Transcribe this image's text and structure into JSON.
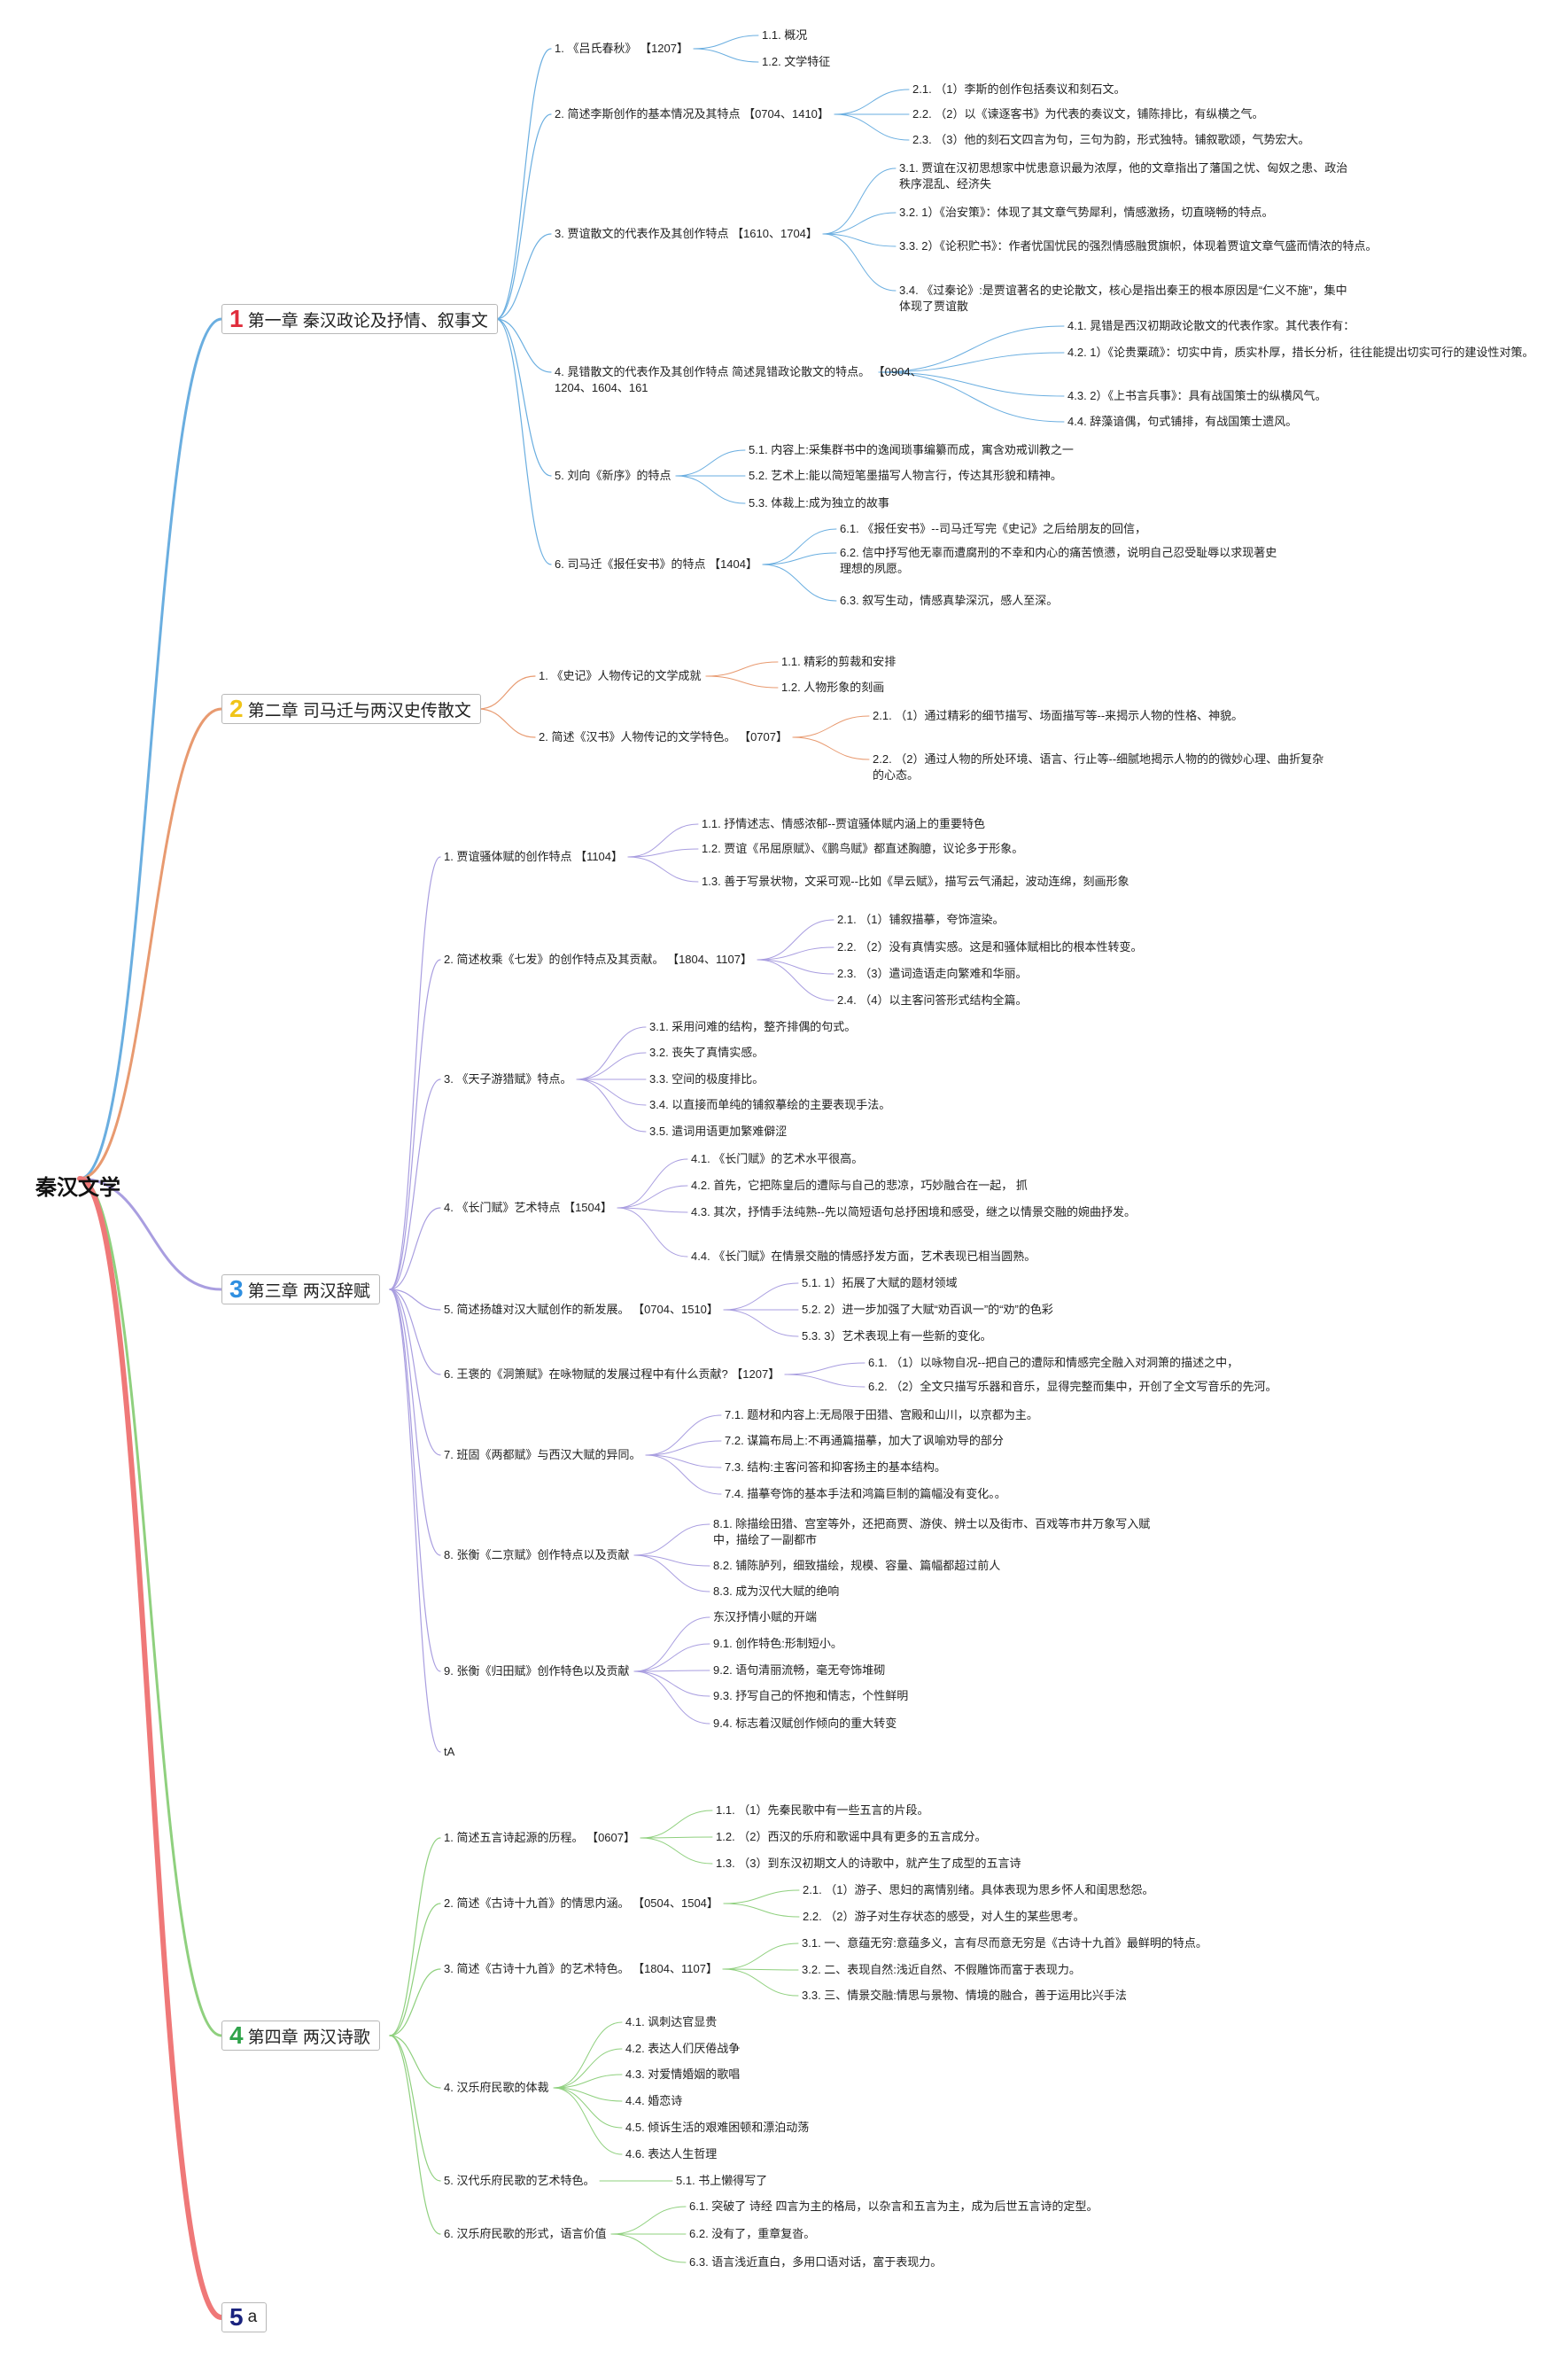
{
  "root": {
    "title": "秦汉文学"
  },
  "colors": {
    "ch1": "#6aaee0",
    "ch2": "#e89a70",
    "ch3": "#a99ee0",
    "ch4": "#8fd07e",
    "ch5": "#ef7878",
    "num1": "#e02d3c",
    "num2": "#f0c419",
    "num3": "#2f8fe0",
    "num4": "#2fa34a",
    "num5": "#1a237e"
  },
  "chapters": [
    {
      "num": "1",
      "title": "第一章 秦汉政论及抒情、叙事文",
      "sections": [
        {
          "label": "1. 《吕氏春秋》 【1207】",
          "subs": [
            "1.1. 概况",
            "1.2. 文学特征"
          ]
        },
        {
          "label": "2. 简述李斯创作的基本情况及其特点 【0704、1410】",
          "subs": [
            "2.1. （1）李斯的创作包括奏议和刻石文。",
            "2.2. （2）以《谏逐客书》为代表的奏议文，铺陈排比，有纵横之气。",
            "2.3. （3）他的刻石文四言为句，三句为韵，形式独特。铺叙歌颂，气势宏大。"
          ]
        },
        {
          "label": "3. 贾谊散文的代表作及其创作特点 【1610、1704】",
          "subs": [
            "3.1. 贾谊在汉初思想家中忧患意识最为浓厚，他的文章指出了藩国之忧、匈奴之患、政治秩序混乱、经济失",
            "3.2. 1）《治安策》：体现了其文章气势犀利，情感激扬，切直晓畅的特点。",
            "3.3. 2）《论积贮书》：作者忧国忧民的强烈情感融贯旗帜，体现着贾谊文章气盛而情浓的特点。",
            "3.4. 《过秦论》:是贾谊著名的史论散文，核心是指出秦王的根本原因是“仁义不施”，集中体现了贾谊散"
          ]
        },
        {
          "label": "4. 晁错散文的代表作及其创作特点 简述晁错政论散文的特点。 【0904、1204、1604、161",
          "subs": [
            "4.1. 晁错是西汉初期政论散文的代表作家。其代表作有：",
            "4.2. 1）《论贵粟疏》：切实中肯，质实朴厚，措长分析，往往能提出切实可行的建设性对策。",
            "4.3. 2）《上书言兵事》：具有战国策士的纵横风气。",
            "4.4. 辞藻谙偶，句式铺排，有战国策士遗风。"
          ]
        },
        {
          "label": "5. 刘向《新序》的特点",
          "subs": [
            "5.1. 内容上:采集群书中的逸闻琐事编纂而成，寓含劝戒训教之一",
            "5.2. 艺术上:能以简短笔墨描写人物言行，传达其形貌和精神。",
            "5.3. 体裁上:成为独立的故事"
          ]
        },
        {
          "label": "6. 司马迁《报任安书》的特点 【1404】",
          "subs": [
            "6.1. 《报任安书》--司马迁写完《史记》之后给朋友的回信，",
            "6.2. 信中抒写他无辜而遭腐刑的不幸和内心的痛苦愤懑，说明自己忍受耻辱以求现著史理想的夙愿。",
            "6.3. 叙写生动，情感真挚深沉，感人至深。"
          ]
        }
      ]
    },
    {
      "num": "2",
      "title": "第二章 司马迁与两汉史传散文",
      "sections": [
        {
          "label": "1. 《史记》人物传记的文学成就",
          "subs": [
            "1.1. 精彩的剪裁和安排",
            "1.2. 人物形象的刻画"
          ]
        },
        {
          "label": "2. 简述《汉书》人物传记的文学特色。 【0707】",
          "subs": [
            "2.1. （1）通过精彩的细节描写、场面描写等--来揭示人物的性格、神貌。",
            "2.2. （2）通过人物的所处环境、语言、行止等--细腻地揭示人物的的微妙心理、曲折复杂的心态。"
          ]
        }
      ]
    },
    {
      "num": "3",
      "title": "第三章 两汉辞赋",
      "sections": [
        {
          "label": "1. 贾谊骚体赋的创作特点 【1104】",
          "subs": [
            "1.1. 抒情述志、情感浓郁--贾谊骚体赋内涵上的重要特色",
            "1.2. 贾谊《吊屈原赋》、《鹏鸟赋》都直述胸臆，议论多于形象。",
            "1.3. 善于写景状物，文采可观--比如《旱云赋》，描写云气涌起，波动连绵，刻画形象"
          ]
        },
        {
          "label": "2. 简述枚乘《七发》的创作特点及其贡献。 【1804、1107】",
          "subs": [
            "2.1. （1）铺叙描摹，夸饰渲染。",
            "2.2. （2）没有真情实感。这是和骚体赋相比的根本性转变。",
            "2.3. （3）遣词造语走向繁难和华丽。",
            "2.4. （4）以主客问答形式结构全篇。"
          ]
        },
        {
          "label": "3. 《天子游猎赋》特点。",
          "subs": [
            "3.1. 采用问难的结构，整齐排偶的句式。",
            "3.2. 丧失了真情实感。",
            "3.3. 空间的极度排比。",
            "3.4. 以直接而单纯的铺叙摹绘的主要表现手法。",
            "3.5. 遣词用语更加繁难僻涩"
          ]
        },
        {
          "label": "4. 《长门赋》艺术特点 【1504】",
          "subs": [
            "4.1. 《长门赋》的艺术水平很高。",
            "4.2. 首先，它把陈皇后的遭际与自己的悲凉，巧妙融合在一起， 抓",
            "4.3. 其次，抒情手法纯熟--先以简短语句总抒困境和感受，继之以情景交融的婉曲抒发。",
            "4.4. 《长门赋》在情景交融的情感抒发方面，艺术表现已相当圆熟。"
          ]
        },
        {
          "label": "5. 简述扬雄对汉大赋创作的新发展。 【0704、1510】",
          "subs": [
            "5.1. 1）拓展了大赋的题材领域",
            "5.2. 2）进一步加强了大赋“劝百讽一”的“劝”的色彩",
            "5.3. 3）艺术表现上有一些新的变化。"
          ]
        },
        {
          "label": "6. 王褒的《洞箫赋》在咏物赋的发展过程中有什么贡献? 【1207】",
          "subs": [
            "6.1. （1）以咏物自况--把自己的遭际和情感完全融入对洞箫的描述之中，",
            "6.2. （2）全文只描写乐器和音乐，显得完整而集中，开创了全文写音乐的先河。"
          ]
        },
        {
          "label": "7. 班固《两都赋》与西汉大赋的异同。",
          "subs": [
            "7.1. 题材和内容上:无局限于田猎、宫殿和山川，以京都为主。",
            "7.2. 谋篇布局上:不再通篇描摹，加大了讽喻劝导的部分",
            "7.3. 结构:主客问答和抑客扬主的基本结构。",
            "7.4. 描摹夸饰的基本手法和鸿篇巨制的篇幅没有变化。。"
          ]
        },
        {
          "label": "8. 张衡《二京赋》创作特点以及贡献",
          "subs": [
            "8.1. 除描绘田猎、宫室等外，还把商贾、游侠、辨士以及街市、百戏等市井万象写入赋中，描绘了一副都市",
            "8.2. 铺陈胪列，细致描绘，规模、容量、篇幅都超过前人",
            "8.3. 成为汉代大赋的绝响"
          ]
        },
        {
          "label": "9. 张衡《归田赋》创作特色以及贡献",
          "subs": [
            "东汉抒情小赋的开端",
            "9.1. 创作特色:形制短小。",
            "9.2. 语句清丽流畅，毫无夸饰堆砌",
            "9.3. 抒写自己的怀抱和情志，个性鲜明",
            "9.4. 标志着汉赋创作倾向的重大转变"
          ]
        },
        {
          "label": "tA",
          "subs": []
        }
      ]
    },
    {
      "num": "4",
      "title": "第四章 两汉诗歌",
      "sections": [
        {
          "label": "1. 简述五言诗起源的历程。 【0607】",
          "subs": [
            "1.1. （1）先秦民歌中有一些五言的片段。",
            "1.2. （2）西汉的乐府和歌谣中具有更多的五言成分。",
            "1.3. （3）到东汉初期文人的诗歌中，就产生了成型的五言诗"
          ]
        },
        {
          "label": "2. 简述《古诗十九首》的情思内涵。 【0504、1504】",
          "subs": [
            "2.1. （1）游子、思妇的离情别绪。具体表现为思乡怀人和闺思愁怨。",
            "2.2. （2）游子对生存状态的感受，对人生的某些思考。"
          ]
        },
        {
          "label": "3. 简述《古诗十九首》的艺术特色。 【1804、1107】",
          "subs": [
            "3.1. 一、意蕴无穷:意蕴多义，言有尽而意无穷是《古诗十九首》最鲜明的特点。",
            "3.2. 二、表现自然:浅近自然、不假雕饰而富于表现力。",
            "3.3. 三、情景交融:情思与景物、情境的融合，善于运用比兴手法"
          ]
        },
        {
          "label": "4. 汉乐府民歌的体裁",
          "subs": [
            "4.1. 讽刺达官显贵",
            "4.2. 表达人们厌倦战争",
            "4.3. 对爱情婚姻的歌唱",
            "4.4. 婚恋诗",
            "4.5. 倾诉生活的艰难困顿和漂泊动荡",
            "4.6. 表达人生哲理"
          ]
        },
        {
          "label": "5. 汉代乐府民歌的艺术特色。",
          "subs": [
            "5.1. 书上懒得写了"
          ]
        },
        {
          "label": "6. 汉乐府民歌的形式，语言价值",
          "subs": [
            "6.1. 突破了 诗经 四言为主的格局，以杂言和五言为主，成为后世五言诗的定型。",
            "6.2. 没有了，重章复沓。",
            "6.3. 语言浅近直白，多用口语对话，富于表现力。"
          ]
        }
      ]
    },
    {
      "num": "5",
      "title": "a",
      "sections": []
    }
  ]
}
